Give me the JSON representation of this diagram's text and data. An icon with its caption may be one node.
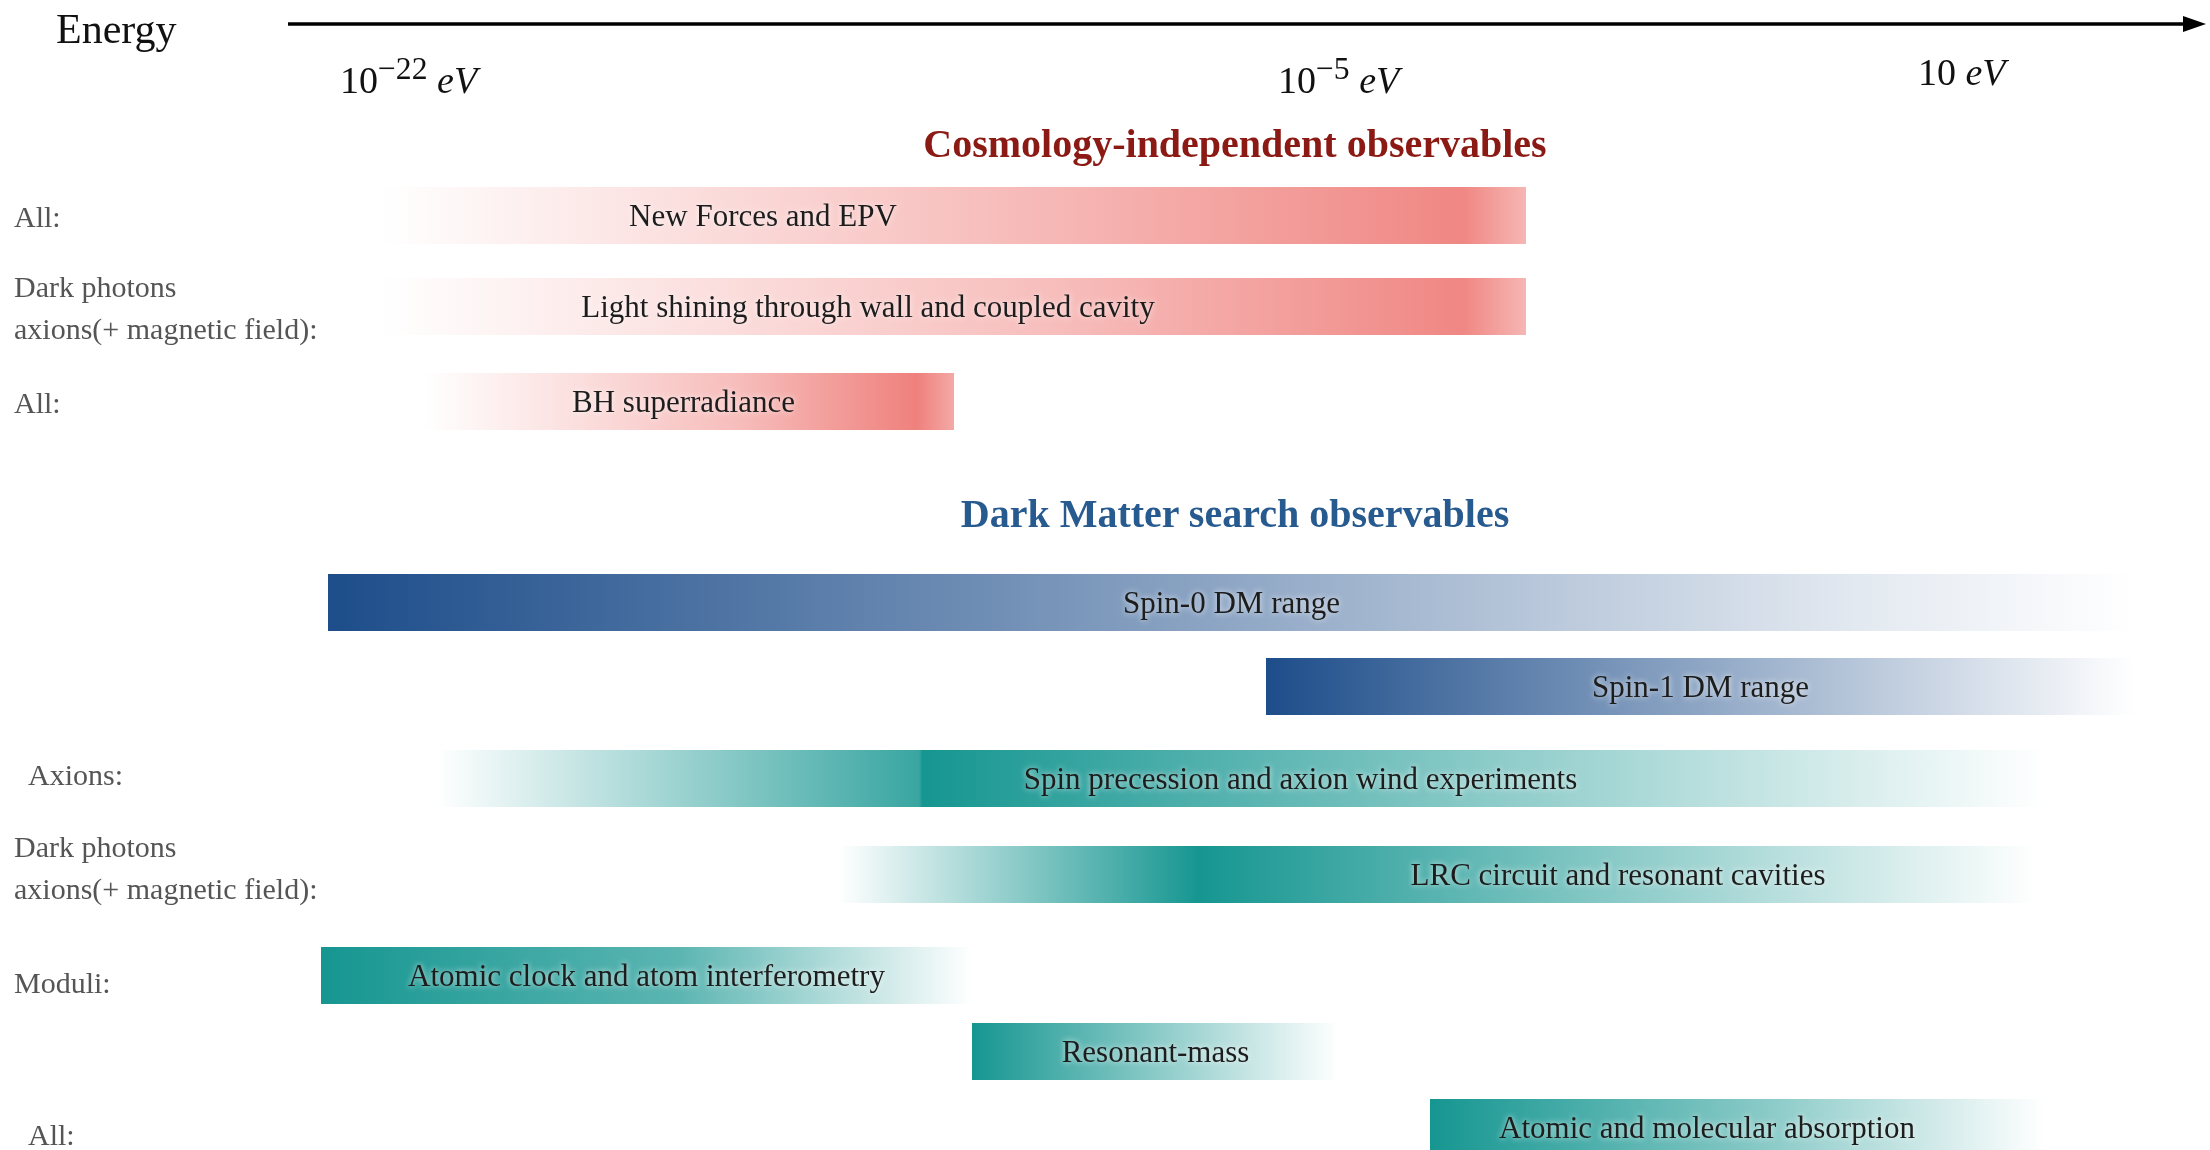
{
  "diagram": {
    "nodes": [
      {
        "text": [
          "New Forces and EPV"
        ]
      },
      {
        "text": [
          "Light shining through wall and coupled cavity"
        ]
      },
      {
        "text": [
          "BH superradiance"
        ]
      },
      {
        "text": [
          "Spin-0 DM range"
        ]
      },
      {
        "text": [
          "Spin-1 DM range"
        ]
      },
      {
        "text": [
          "Spin precession and axion wind experiments"
        ]
      },
      {
        "text": [
          "LRC circuit and resonant cavities"
        ]
      },
      {
        "text": [
          "Atomic clock and atom interferometry"
        ]
      },
      {
        "text": [
          "Resonant-mass"
        ]
      },
      {
        "text": [
          "Atomic and molecular absorption"
        ]
      }
    ],
    "labels": [
      "Energy",
      "10$^{−22}$ *eV*",
      "10$^{−5}$ *eV*",
      "10 *eV*",
      "Cosmology-independent observables",
      "All:",
      "Dark photons",
      "axions(+ magnetic field):",
      "All:",
      "Dark Matter search observables",
      "Axions:",
      "Dark photons",
      "axions(+ magnetic field):",
      "Moduli:",
      "All:"
    ]
  }
}
